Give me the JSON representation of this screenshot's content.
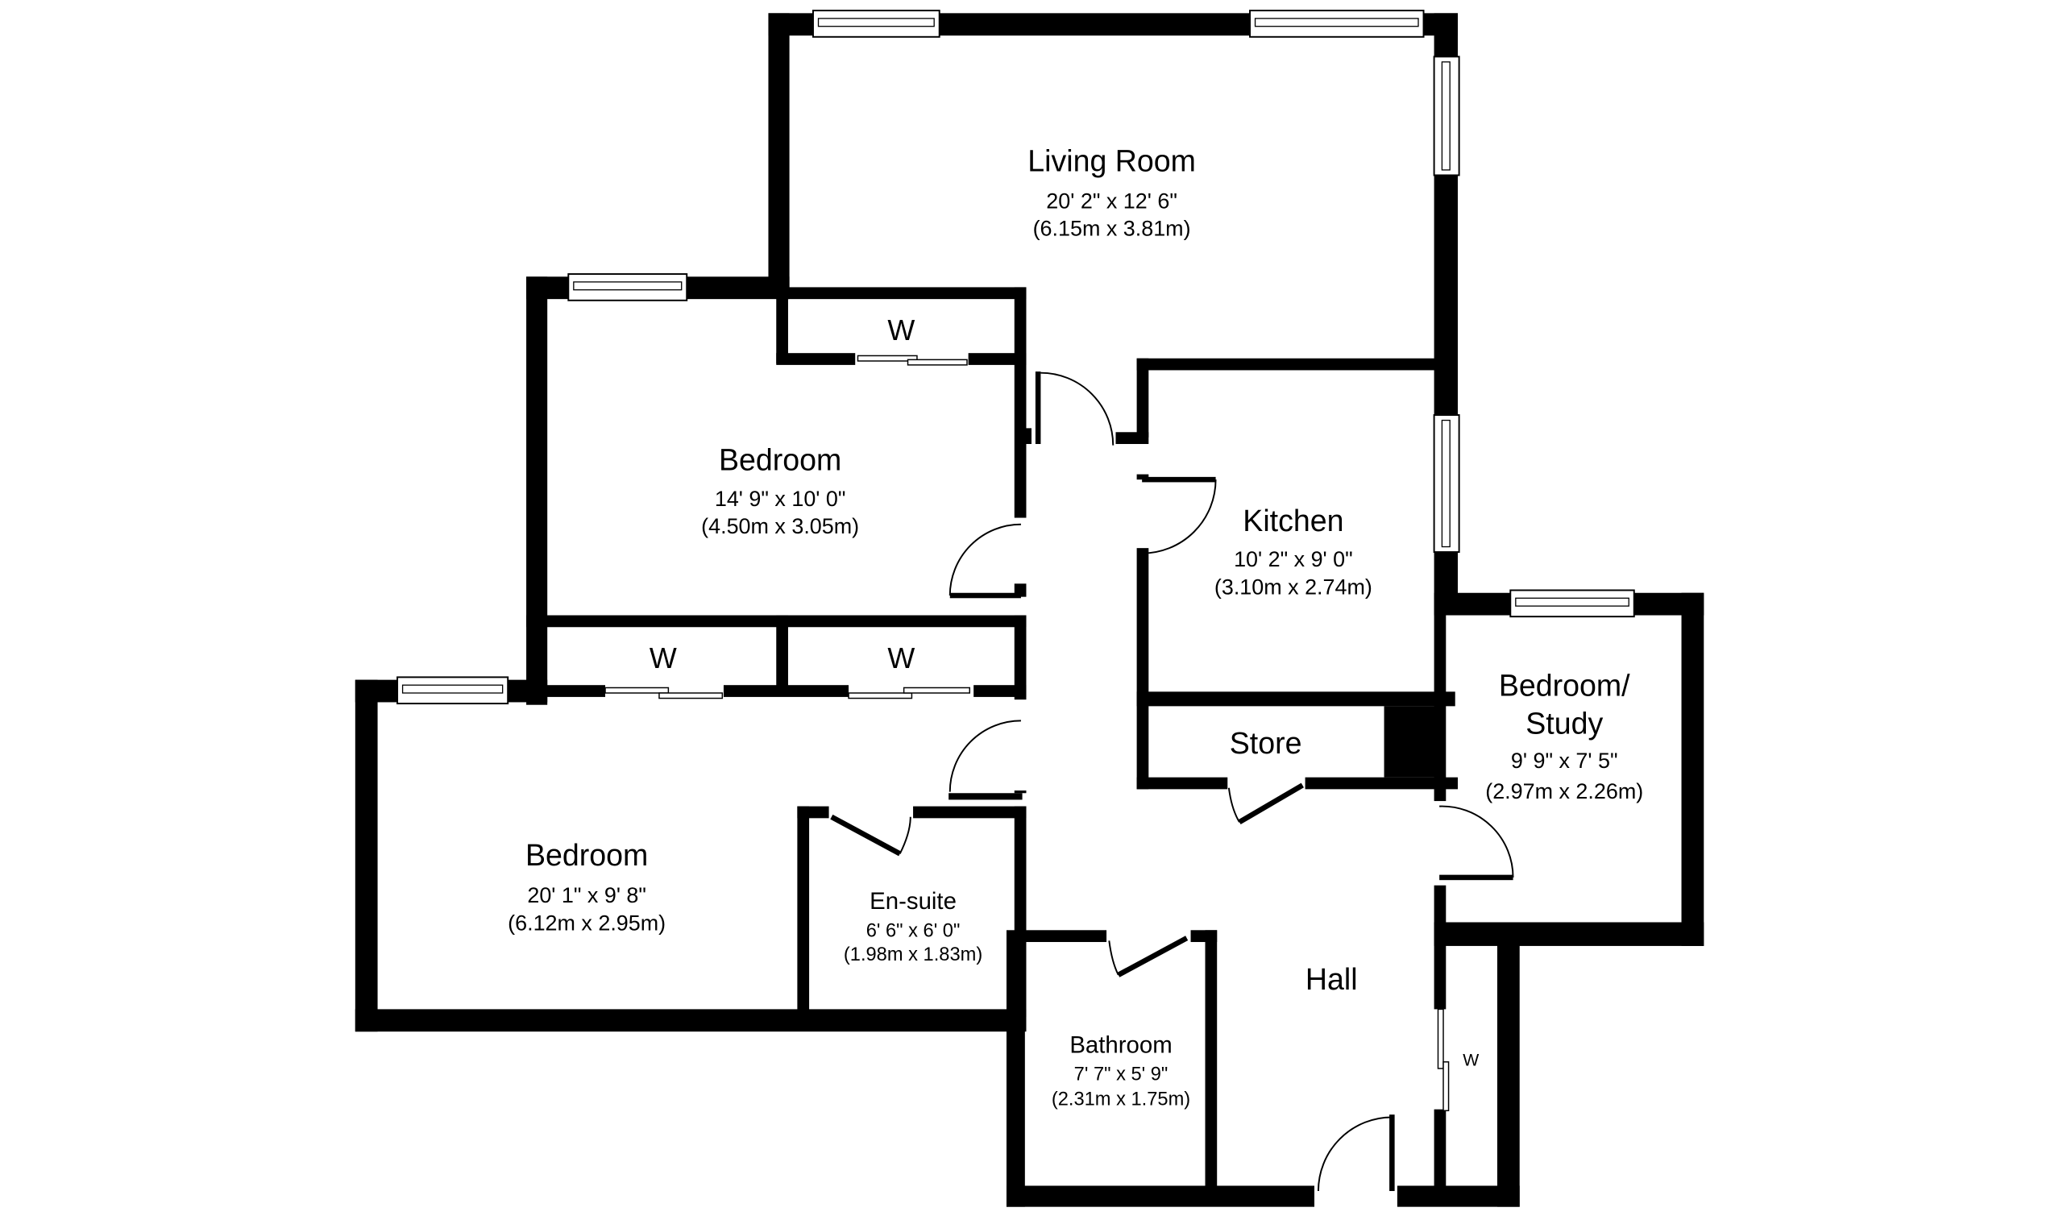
{
  "floorplan": {
    "rooms": {
      "living_room": {
        "name": "Living Room",
        "imperial": "20' 2\" x 12' 6\"",
        "metric": "(6.15m x 3.81m)"
      },
      "bedroom_1": {
        "name": "Bedroom",
        "imperial": "14' 9\" x 10' 0\"",
        "metric": "(4.50m x 3.05m)"
      },
      "kitchen": {
        "name": "Kitchen",
        "imperial": "10' 2\" x 9' 0\"",
        "metric": "(3.10m x 2.74m)"
      },
      "bedroom_study": {
        "name_line1": "Bedroom/",
        "name_line2": "Study",
        "imperial": "9' 9\" x 7' 5\"",
        "metric": "(2.97m x 2.26m)"
      },
      "store": {
        "name": "Store"
      },
      "bedroom_2": {
        "name": "Bedroom",
        "imperial": "20' 1\" x 9' 8\"",
        "metric": "(6.12m x 2.95m)"
      },
      "en_suite": {
        "name": "En-suite",
        "imperial": "6' 6\" x 6' 0\"",
        "metric": "(1.98m x 1.83m)"
      },
      "bathroom": {
        "name": "Bathroom",
        "imperial": "7' 7\" x 5' 9\"",
        "metric": "(2.31m x 1.75m)"
      },
      "hall": {
        "name": "Hall"
      }
    },
    "wardrobes": {
      "bedroom_1_wardrobe": "W",
      "bedroom_2_wardrobe_left": "W",
      "bedroom_2_wardrobe_right": "W",
      "hall_wardrobe": "W"
    },
    "colors": {
      "wall": "#000000",
      "background": "#ffffff"
    }
  }
}
